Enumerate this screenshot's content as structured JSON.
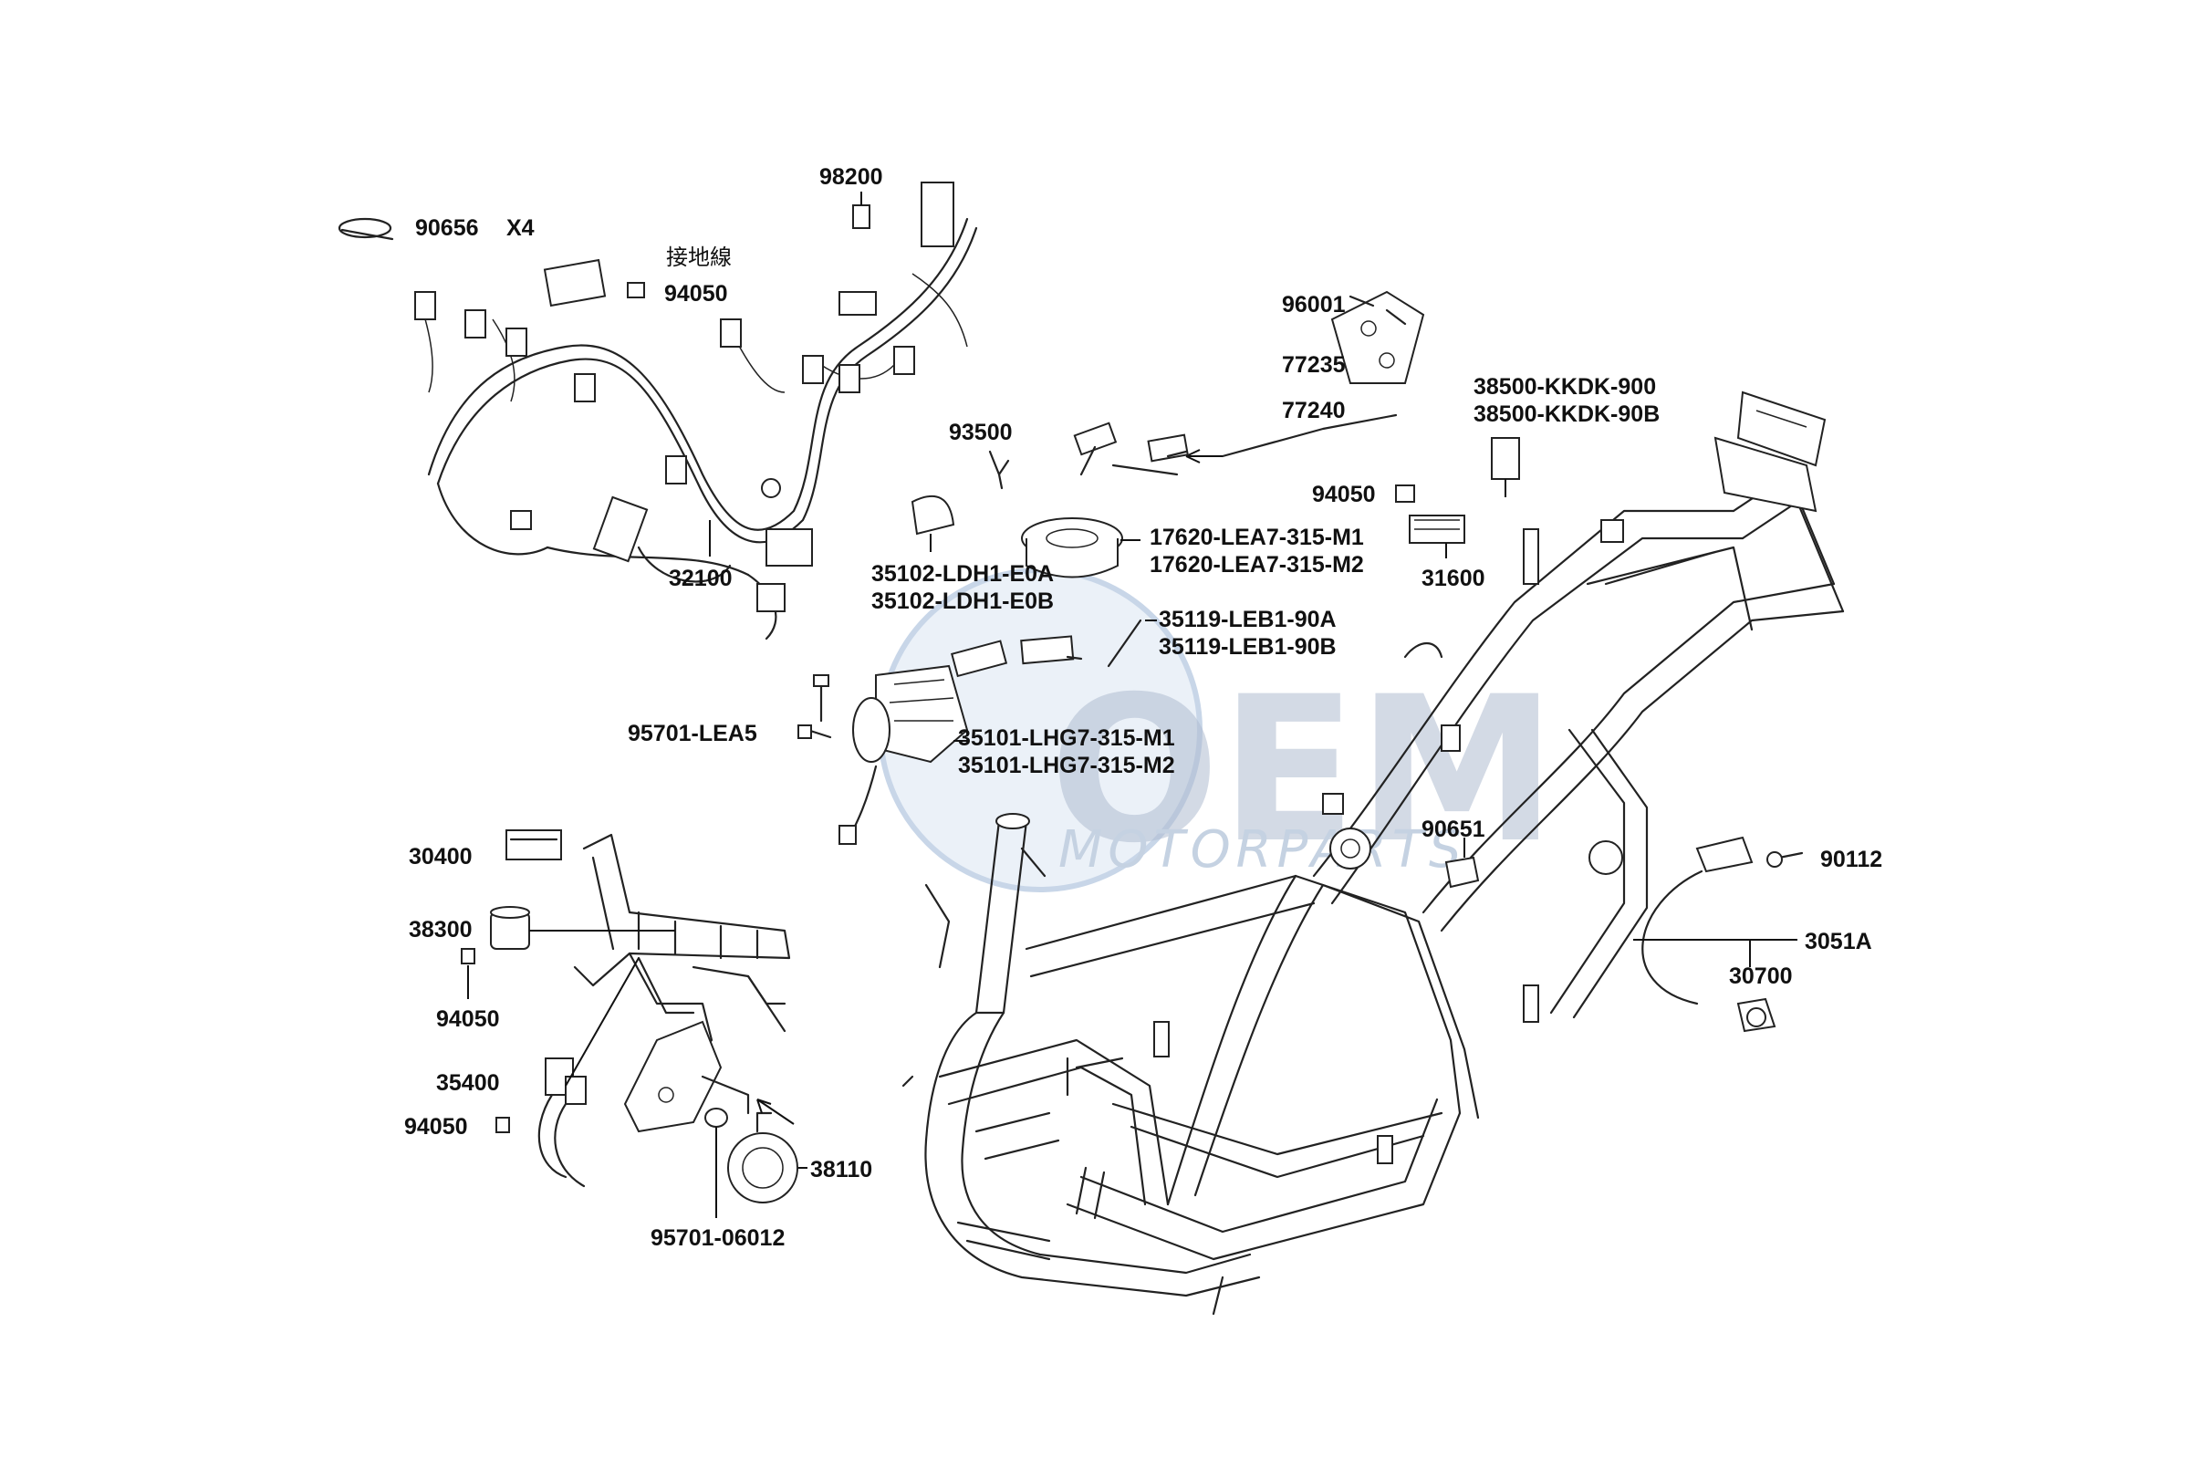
{
  "watermark": {
    "brand": "OEM",
    "sub": "MOTORPARTS"
  },
  "labels": {
    "p90656": "90656",
    "x4": "X4",
    "cjk_ground": "接地線",
    "p94050_a": "94050",
    "p98200": "98200",
    "p96001": "96001",
    "p77235": "77235",
    "p77240": "77240",
    "p38500a": "38500-KKDK-900",
    "p38500b": "38500-KKDK-90B",
    "p93500": "93500",
    "p94050_b": "94050",
    "p17620a": "17620-LEA7-315-M1",
    "p17620b": "17620-LEA7-315-M2",
    "p31600": "31600",
    "p32100": "32100",
    "p35102a": "35102-LDH1-E0A",
    "p35102b": "35102-LDH1-E0B",
    "p35119a": "35119-LEB1-90A",
    "p35119b": "35119-LEB1-90B",
    "p95701lea5": "95701-LEA5",
    "p35101a": "35101-LHG7-315-M1",
    "p35101b": "35101-LHG7-315-M2",
    "p90651": "90651",
    "p90112": "90112",
    "p3051a": "3051A",
    "p30700": "30700",
    "p30400": "30400",
    "p38300": "38300",
    "p94050_c": "94050",
    "p35400": "35400",
    "p94050_d": "94050",
    "p38110": "38110",
    "p95701_06012": "95701-06012"
  }
}
